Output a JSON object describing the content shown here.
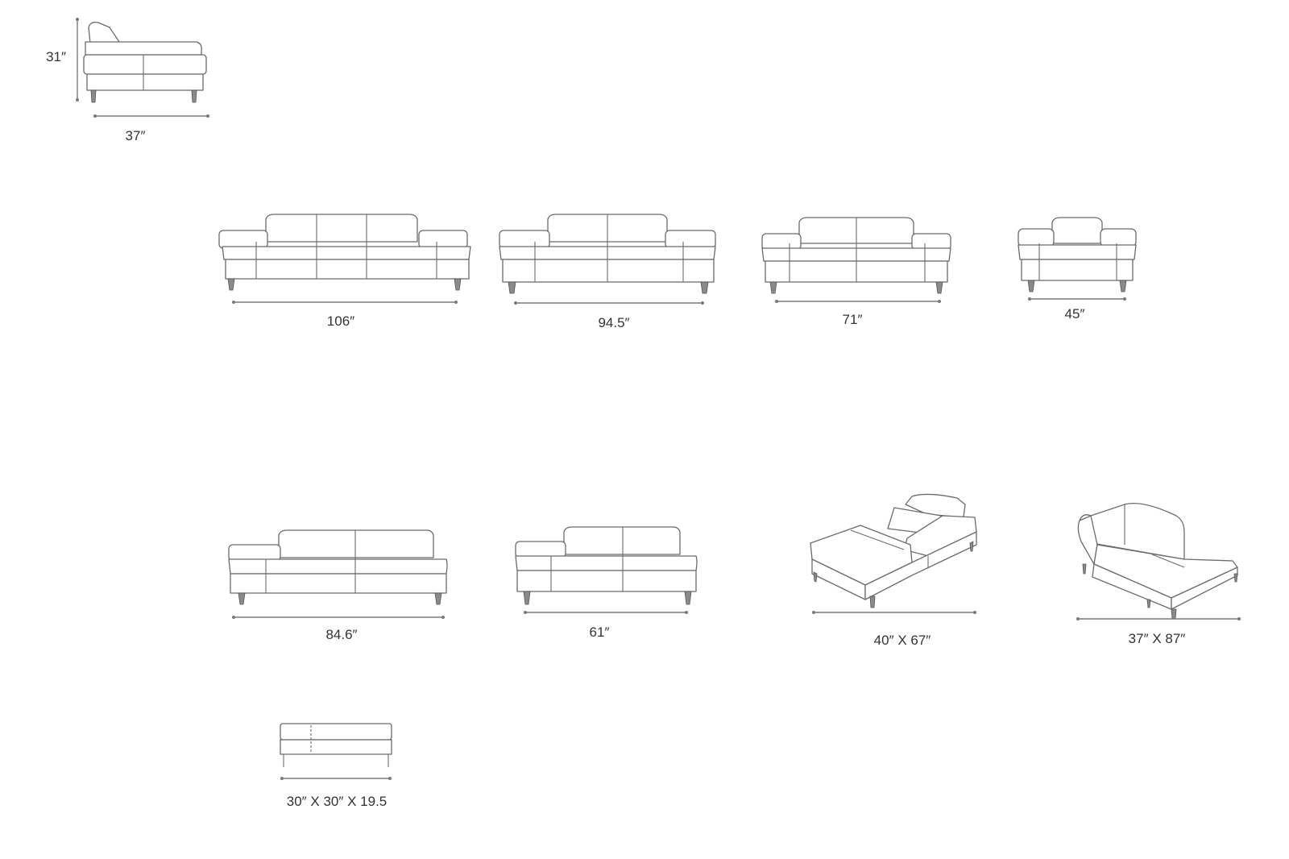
{
  "colors": {
    "outline": "#6b6b6b",
    "dimension_line": "#7a7a7a",
    "label_text": "#333333",
    "background": "#ffffff"
  },
  "items": [
    {
      "id": "side-view",
      "label": "37″",
      "height_label": "31″"
    },
    {
      "id": "sofa-106",
      "label": "106″"
    },
    {
      "id": "sofa-94",
      "label": "94.5″"
    },
    {
      "id": "loveseat-71",
      "label": "71″"
    },
    {
      "id": "chair-45",
      "label": "45″"
    },
    {
      "id": "sofa-armless-84",
      "label": "84.6″"
    },
    {
      "id": "loveseat-armless-61",
      "label": "61″"
    },
    {
      "id": "chaise-left",
      "label": "40″ X 67″"
    },
    {
      "id": "chaise-right",
      "label": "37″ X 87″"
    },
    {
      "id": "ottoman",
      "label": "30″ X 30″ X 19.5"
    }
  ]
}
